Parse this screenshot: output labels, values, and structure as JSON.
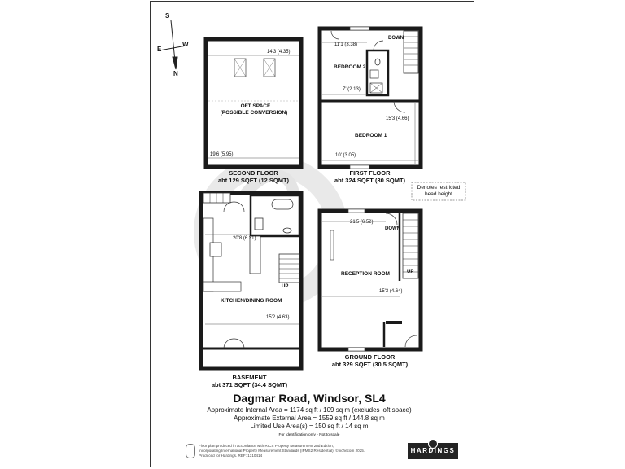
{
  "compass": {
    "s": "S",
    "w": "W",
    "e": "E",
    "n": "N"
  },
  "second_floor": {
    "title": "SECOND FLOOR",
    "area": "abt 129 SQFT (12 SQMT)",
    "room": "LOFT SPACE\n(POSSIBLE CONVERSION)",
    "dim_top": "14'3 (4.35)",
    "dim_bottom": "19'6 (5.95)"
  },
  "first_floor": {
    "title": "FIRST FLOOR",
    "area": "abt 324 SQFT (30 SQMT)",
    "bedroom2": "BEDROOM 2",
    "bedroom1": "BEDROOM 1",
    "dim_b2_top": "11'1 (3.38)",
    "dim_b2_bottom": "7' (2.13)",
    "dim_b1_right": "15'3 (4.66)",
    "dim_b1_bottom": "10' (3.05)",
    "down": "DOWN"
  },
  "legend": {
    "text": "Denotes restricted\nhead height"
  },
  "basement": {
    "title": "BASEMENT",
    "area": "abt 371 SQFT (34.4 SQMT)",
    "room": "KITCHEN/DINING ROOM",
    "dim_top": "20'8 (6.31)",
    "dim_bottom": "15'2 (4.63)",
    "up": "UP"
  },
  "ground_floor": {
    "title": "GROUND FLOOR",
    "area": "abt 329 SQFT (30.5 SQMT)",
    "room": "RECEPTION ROOM",
    "dim_top": "21'5 (6.52)",
    "dim_right": "15'3 (4.64)",
    "down": "DOWN",
    "up": "UP"
  },
  "address": "Dagmar Road, Windsor, SL4",
  "areas": [
    "Approximate Internal Area = 1174 sq ft / 109 sq m (excludes loft space)",
    "Approximate External Area = 1559 sq ft / 144.8 sq m",
    "Limited Use Area(s) = 150 sq ft / 14 sq m"
  ],
  "disclaimer": "For identification only - Not to scale",
  "footer_lines": [
    "Floor plan produced in accordance with RICS Property Measurement 2nd Edition,",
    "Incorporating International Property Measurement Standards (IPMS2 Residential). ©nichecom 2025.",
    "Produced for Hardings.   REF: 1310414"
  ],
  "brand": "HARDINGS",
  "colors": {
    "wall": "#1a1a1a",
    "watermark": "#e8e8e8",
    "border": "#333333"
  }
}
